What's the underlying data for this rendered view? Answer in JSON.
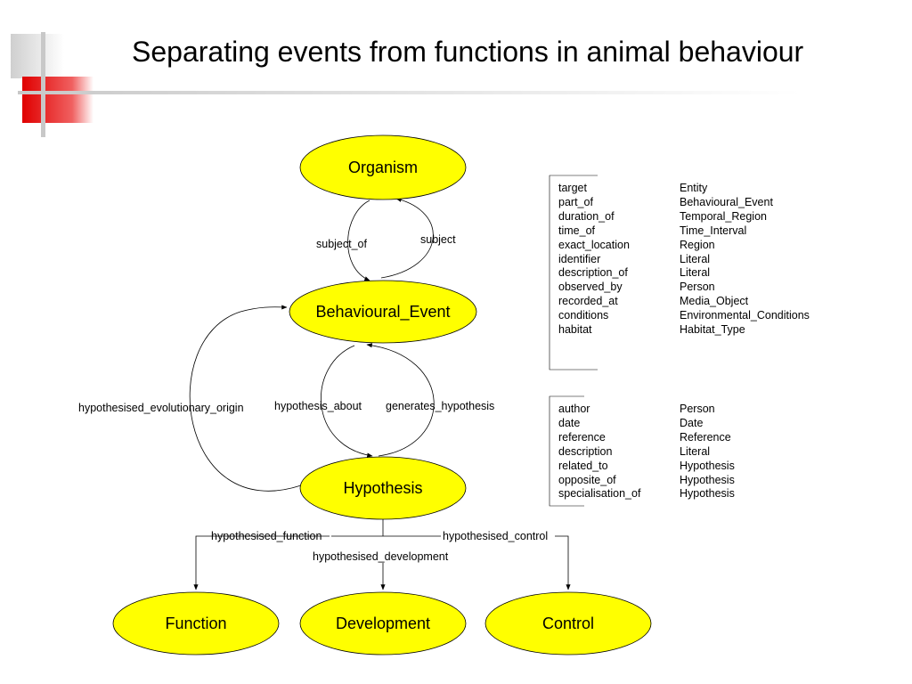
{
  "slide": {
    "title": "Separating events from functions in animal behaviour"
  },
  "colors": {
    "node_fill": "#ffff00",
    "accent_red": "#e00000",
    "line": "#000000"
  },
  "nodes": {
    "organism": "Organism",
    "behavioural_event": "Behavioural_Event",
    "hypothesis": "Hypothesis",
    "function": "Function",
    "development": "Development",
    "control": "Control"
  },
  "edges": {
    "subject_of": "subject_of",
    "subject": "subject",
    "hypothesised_evolutionary_origin": "hypothesised_evolutionary_origin",
    "hypothesis_about": "hypothesis_about",
    "generates_hypothesis": "generates_hypothesis",
    "hypothesised_function": "hypothesised_function",
    "hypothesised_control": "hypothesised_control",
    "hypothesised_development": "hypothesised_development"
  },
  "event_properties": [
    {
      "name": "target",
      "type": "Entity"
    },
    {
      "name": "part_of",
      "type": "Behavioural_Event"
    },
    {
      "name": "duration_of",
      "type": "Temporal_Region"
    },
    {
      "name": "time_of",
      "type": "Time_Interval"
    },
    {
      "name": "exact_location",
      "type": "Region"
    },
    {
      "name": "identifier",
      "type": "Literal"
    },
    {
      "name": "description_of",
      "type": "Literal"
    },
    {
      "name": "observed_by",
      "type": "Person"
    },
    {
      "name": "recorded_at",
      "type": "Media_Object"
    },
    {
      "name": "conditions",
      "type": "Environmental_Conditions"
    },
    {
      "name": "habitat",
      "type": "Habitat_Type"
    }
  ],
  "hypothesis_properties": [
    {
      "name": "author",
      "type": "Person"
    },
    {
      "name": "date",
      "type": "Date"
    },
    {
      "name": "reference",
      "type": "Reference"
    },
    {
      "name": "description",
      "type": "Literal"
    },
    {
      "name": "related_to",
      "type": "Hypothesis"
    },
    {
      "name": "opposite_of",
      "type": "Hypothesis"
    },
    {
      "name": "specialisation_of",
      "type": "Hypothesis"
    }
  ]
}
